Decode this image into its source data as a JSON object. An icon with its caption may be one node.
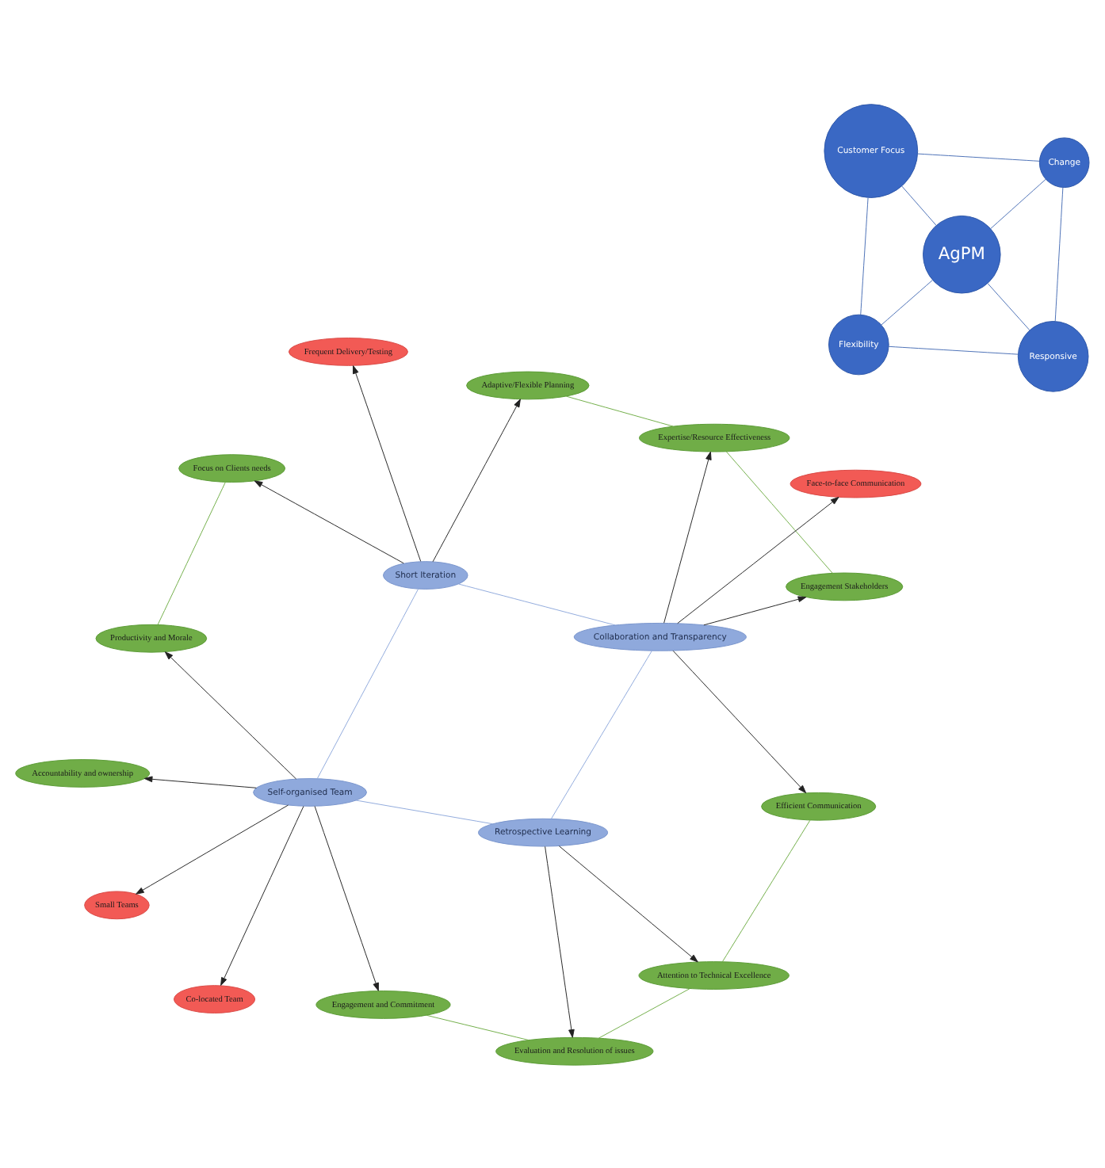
{
  "diagram": {
    "nodes": [
      {
        "text": [
          "Small Teams"
        ]
      },
      {
        "text": [
          "Productivity and Morale"
        ]
      },
      {
        "text": [
          "Co-located Team"
        ]
      },
      {
        "text": [
          "Accountability and ownership"
        ]
      },
      {
        "text": [
          "Focus on Clients needs"
        ]
      },
      {
        "text": [
          "Frequent Delivery/Testing"
        ]
      },
      {
        "text": [
          "Self-organised Team"
        ]
      },
      {
        "text": [
          "Short Iteration"
        ]
      },
      {
        "text": [
          "Engagement and Commitment"
        ]
      },
      {
        "text": [
          "Adaptive/Flexible Planning"
        ]
      },
      {
        "text": [
          "Flexibility"
        ]
      },
      {
        "text": [
          "Responsive"
        ]
      },
      {
        "text": [
          "AgPM"
        ]
      },
      {
        "text": [
          "Customer Focus"
        ]
      },
      {
        "text": [
          "Expertise/Resource Effectiveness"
        ]
      },
      {
        "text": [
          "Evaluation and Resolution of issues"
        ]
      },
      {
        "text": [
          "Retrospective Learning"
        ]
      },
      {
        "text": [
          "Collaboration and Transparency"
        ]
      },
      {
        "text": [
          "Change"
        ]
      },
      {
        "text": [
          "Engagement Stakeholders"
        ]
      },
      {
        "text": [
          "Attention to Technical Excellence"
        ]
      },
      {
        "text": [
          "Efficient Communication"
        ]
      },
      {
        "text": [
          "Face-to-face Communication"
        ]
      }
    ],
    "edges": [
      {
        "from": 12,
        "to": 10,
        "arrow": "none",
        "color": "#4a6fb5"
      },
      {
        "from": 12,
        "to": 13,
        "arrow": "none",
        "color": "#4a6fb5"
      },
      {
        "from": 12,
        "to": 18,
        "arrow": "none",
        "color": "#4a6fb5"
      },
      {
        "from": 12,
        "to": 11,
        "arrow": "none",
        "color": "#4a6fb5"
      },
      {
        "from": 10,
        "to": 13,
        "arrow": "none",
        "color": "#4a6fb5"
      },
      {
        "from": 13,
        "to": 18,
        "arrow": "none",
        "color": "#4a6fb5"
      },
      {
        "from": 18,
        "to": 11,
        "arrow": "none",
        "color": "#4a6fb5"
      },
      {
        "from": 11,
        "to": 10,
        "arrow": "none",
        "color": "#4a6fb5"
      },
      {
        "from": 6,
        "to": 7,
        "arrow": "none",
        "color": "#8fa9dc"
      },
      {
        "from": 7,
        "to": 17,
        "arrow": "none",
        "color": "#8fa9dc"
      },
      {
        "from": 17,
        "to": 16,
        "arrow": "none",
        "color": "#8fa9dc"
      },
      {
        "from": 16,
        "to": 6,
        "arrow": "none",
        "color": "#8fa9dc"
      },
      {
        "from": 1,
        "to": 4,
        "arrow": "none",
        "color": "#70ad47"
      },
      {
        "from": 9,
        "to": 14,
        "arrow": "none",
        "color": "#70ad47"
      },
      {
        "from": 14,
        "to": 19,
        "arrow": "none",
        "color": "#70ad47"
      },
      {
        "from": 21,
        "to": 20,
        "arrow": "none",
        "color": "#70ad47"
      },
      {
        "from": 20,
        "to": 15,
        "arrow": "none",
        "color": "#70ad47"
      },
      {
        "from": 15,
        "to": 8,
        "arrow": "none",
        "color": "#70ad47"
      },
      {
        "from": 6,
        "to": 0,
        "arrow": "to"
      },
      {
        "from": 6,
        "to": 1,
        "arrow": "to"
      },
      {
        "from": 6,
        "to": 3,
        "arrow": "to"
      },
      {
        "from": 6,
        "to": 2,
        "arrow": "to"
      },
      {
        "from": 6,
        "to": 8,
        "arrow": "to"
      },
      {
        "from": 7,
        "to": 4,
        "arrow": "to"
      },
      {
        "from": 7,
        "to": 5,
        "arrow": "to"
      },
      {
        "from": 7,
        "to": 9,
        "arrow": "to"
      },
      {
        "from": 16,
        "to": 15,
        "arrow": "to"
      },
      {
        "from": 16,
        "to": 20,
        "arrow": "to"
      },
      {
        "from": 17,
        "to": 14,
        "arrow": "to"
      },
      {
        "from": 17,
        "to": 19,
        "arrow": "to"
      },
      {
        "from": 17,
        "to": 21,
        "arrow": "to"
      },
      {
        "from": 17,
        "to": 22,
        "arrow": "to"
      }
    ]
  }
}
